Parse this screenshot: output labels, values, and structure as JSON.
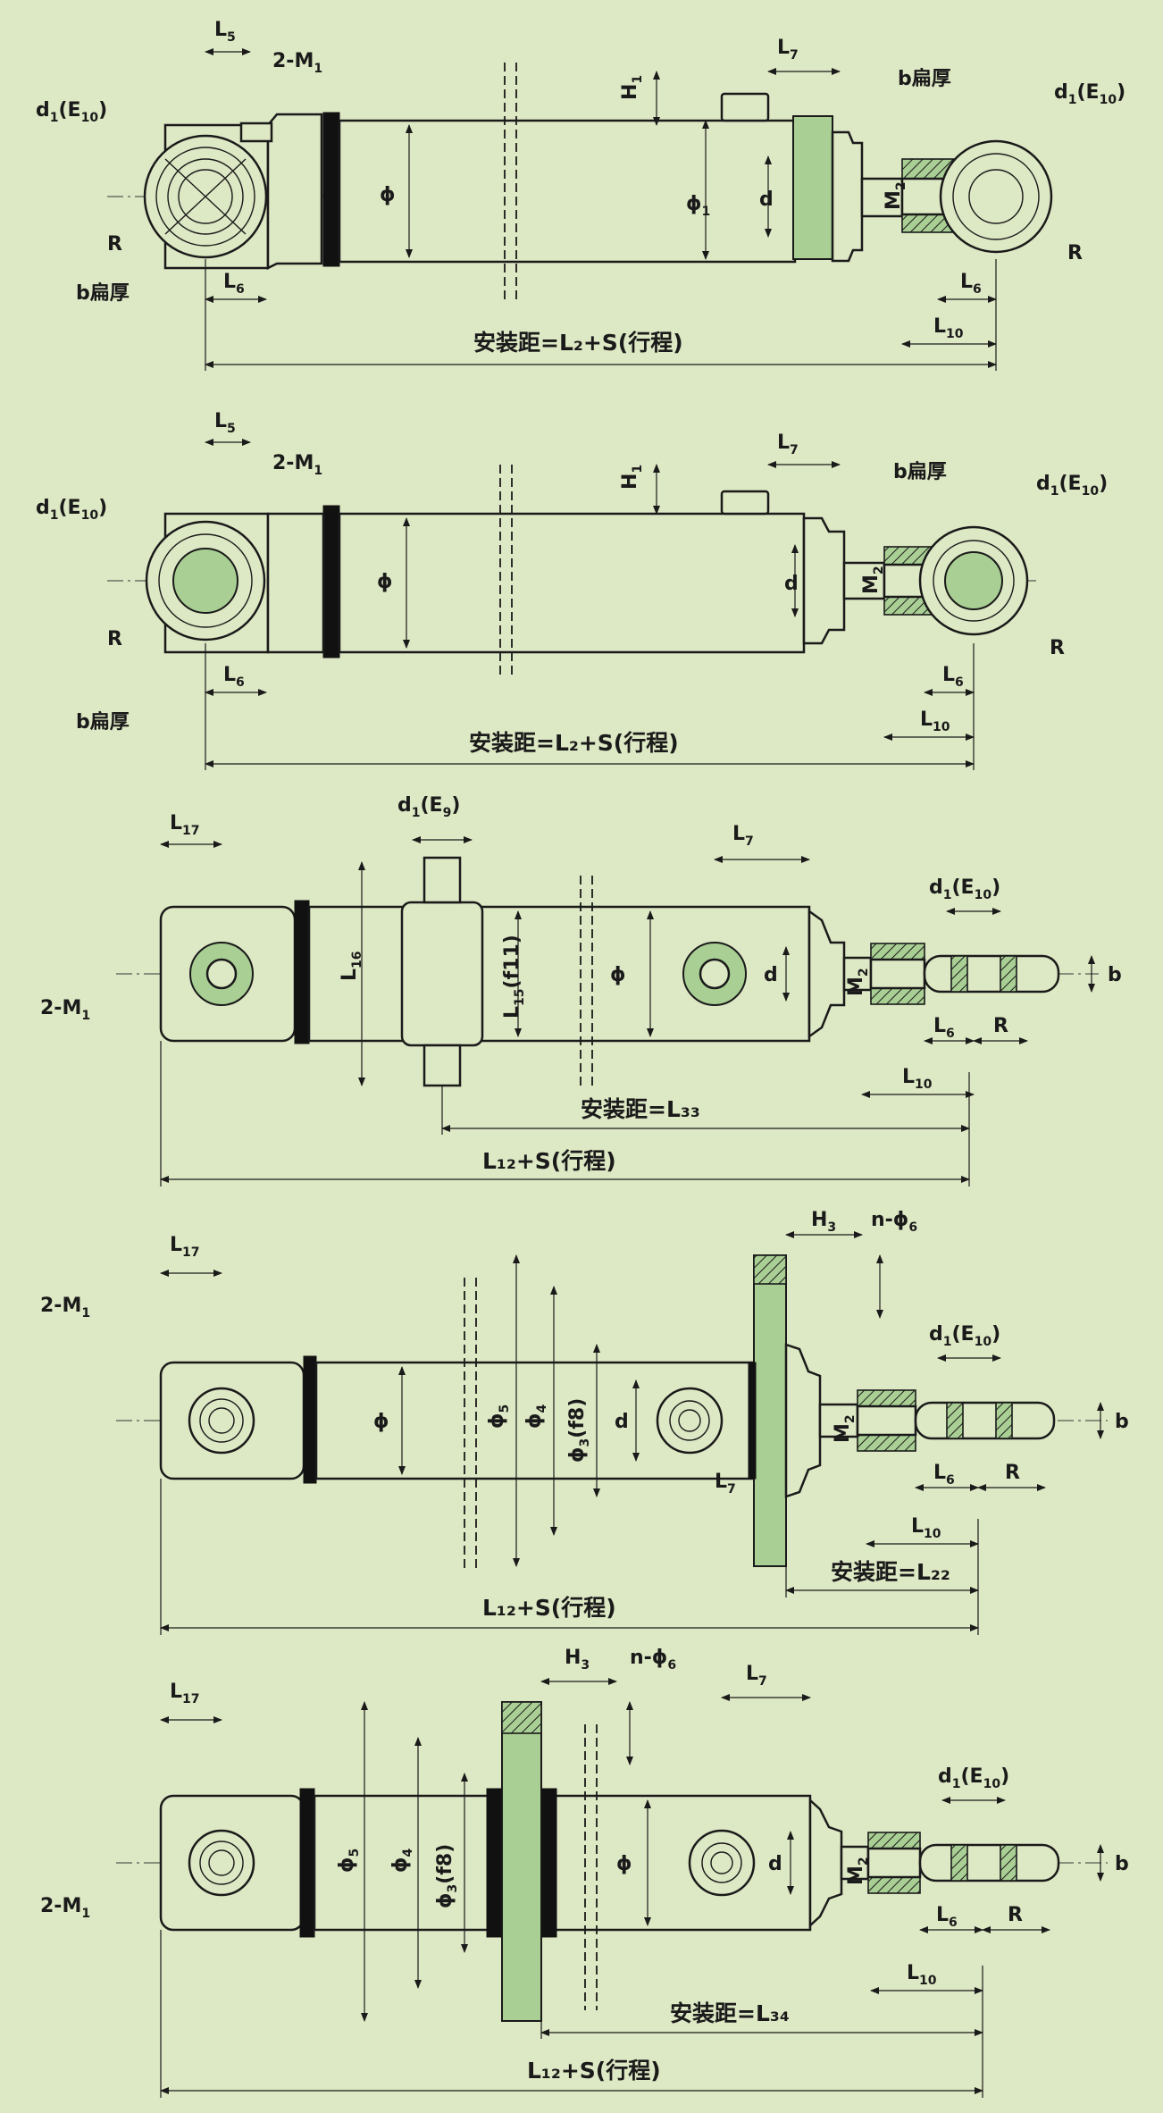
{
  "colors": {
    "background": "#dde8c4",
    "accent_green": "#a9cf94",
    "line": "#1a1a1a"
  },
  "labels": {
    "L5": "L",
    "L5_sub": "5",
    "M1": "2-M",
    "M1_sub": "1",
    "H1": "H",
    "H1_sub": "1",
    "L7": "L",
    "L7_sub": "7",
    "b_thick": "b扁厚",
    "d1_E10": "d",
    "d1_E10_sub": "1",
    "d1_E10_suffix": "(E",
    "d1_E10_suffix_sub": "10",
    "d1_E10_close": ")",
    "d1_E9_suffix_sub": "9",
    "R": "R",
    "L6": "L",
    "L6_sub": "6",
    "L10": "L",
    "L10_sub": "10",
    "phi": "ϕ",
    "phi1": "ϕ",
    "phi1_sub": "1",
    "d": "d",
    "M2": "M",
    "M2_sub": "2",
    "L17": "L",
    "L17_sub": "17",
    "L16": "L",
    "L16_sub": "16",
    "L15": "L",
    "L15_sub": "15",
    "L15_suffix": "(f11)",
    "H3": "H",
    "H3_sub": "3",
    "n_phi6": "n-ϕ",
    "n_phi6_sub": "6",
    "phi5": "ϕ",
    "phi5_sub": "5",
    "phi4": "ϕ",
    "phi4_sub": "4",
    "phi3": "ϕ",
    "phi3_sub": "3",
    "phi3_suffix": "(f8)",
    "b": "b"
  },
  "captions": {
    "mount1": "安装距=L₂+S(行程)",
    "mount2": "安装距=L₂+S(行程)",
    "mount3_a": "安装距=L₃₃",
    "mount3_b": "L₁₂+S(行程)",
    "mount4_a": "安装距=L₂₂",
    "mount4_b": "L₁₂+S(行程)",
    "mount5_a": "安装距=L₃₄",
    "mount5_b": "L₁₂+S(行程)"
  }
}
